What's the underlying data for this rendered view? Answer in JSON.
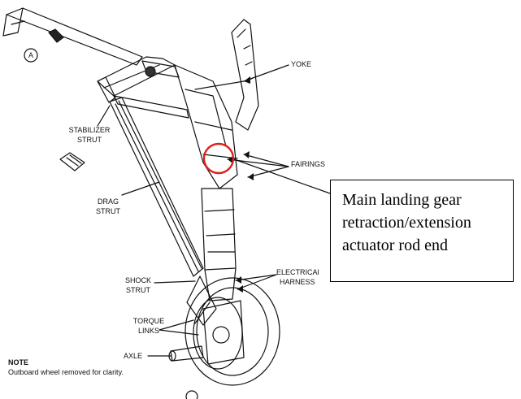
{
  "diagram": {
    "labels": {
      "ref_a": "A",
      "yoke": "YOKE",
      "stabilizer_strut_1": "STABILIZER",
      "stabilizer_strut_2": "STRUT",
      "fairings": "FAIRINGS",
      "drag_strut_1": "DRAG",
      "drag_strut_2": "STRUT",
      "shock_strut_1": "SHOCK",
      "shock_strut_2": "STRUT",
      "electrical_harness_1": "ELECTRICAl",
      "electrical_harness_2": "HARNESS",
      "torque_links_1": "TORQUE",
      "torque_links_2": "LINKS",
      "axle": "AXLE",
      "note_title": "NOTE",
      "note_text": "Outboard wheel removed for clarity."
    },
    "callout": {
      "line1": "Main landing gear",
      "line2": "retraction/extension",
      "line3": "actuator rod end"
    },
    "highlight_color": "#e0201b",
    "line_color": "#111111"
  }
}
